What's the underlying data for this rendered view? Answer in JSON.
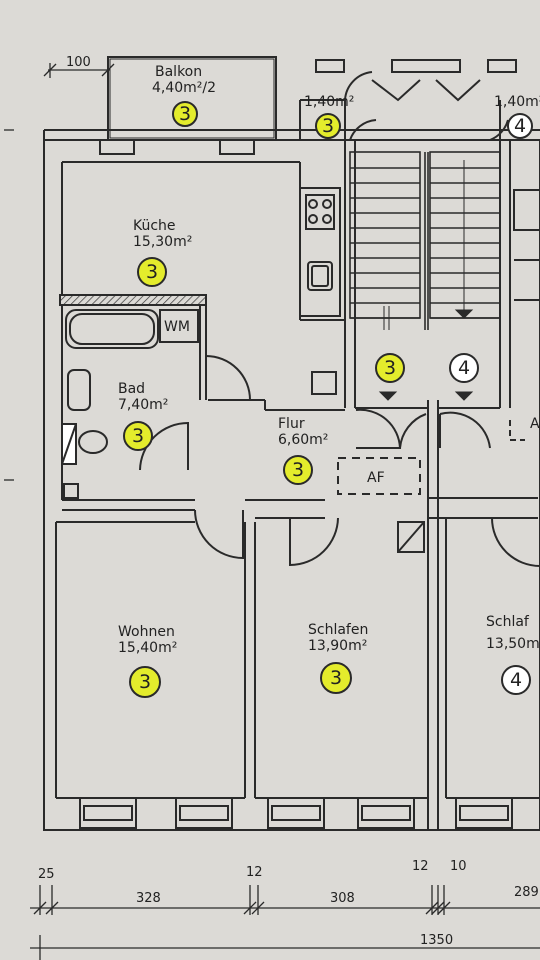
{
  "rooms": {
    "balkon": {
      "name": "Balkon",
      "area": "4,40m²/2",
      "badge": "3"
    },
    "stair_left_landing": {
      "area": "1,40m²",
      "badge": "3"
    },
    "stair_right_landing": {
      "area": "1,40m²",
      "badge": "4"
    },
    "kueche": {
      "name": "Küche",
      "area": "15,30m²",
      "badge": "3"
    },
    "bad": {
      "name": "Bad",
      "area": "7,40m²",
      "badge": "3"
    },
    "flur": {
      "name": "Flur",
      "area": "6,60m²",
      "badge": "3"
    },
    "wohnen": {
      "name": "Wohnen",
      "area": "15,40m²",
      "badge": "3"
    },
    "schlafen": {
      "name": "Schlafen",
      "area": "13,90m²",
      "badge": "3"
    },
    "schlafen_neighbor": {
      "name": "Schlaf",
      "area": "13,50m",
      "badge": "4"
    }
  },
  "markers": {
    "washing_machine": "WM",
    "af": "AF",
    "stair_badge_left": "3",
    "stair_badge_right": "4",
    "edge_letter": "A"
  },
  "dimensions": {
    "balcony_offset": "100",
    "bottom_segments": [
      "25",
      "328",
      "12",
      "308",
      "12",
      "10",
      "289"
    ],
    "total": "1350"
  },
  "colors": {
    "paper": "#dcdad6",
    "line": "#2a2a2a",
    "badge_own": "#e4ec2c",
    "badge_neighbor": "#ffffff"
  }
}
